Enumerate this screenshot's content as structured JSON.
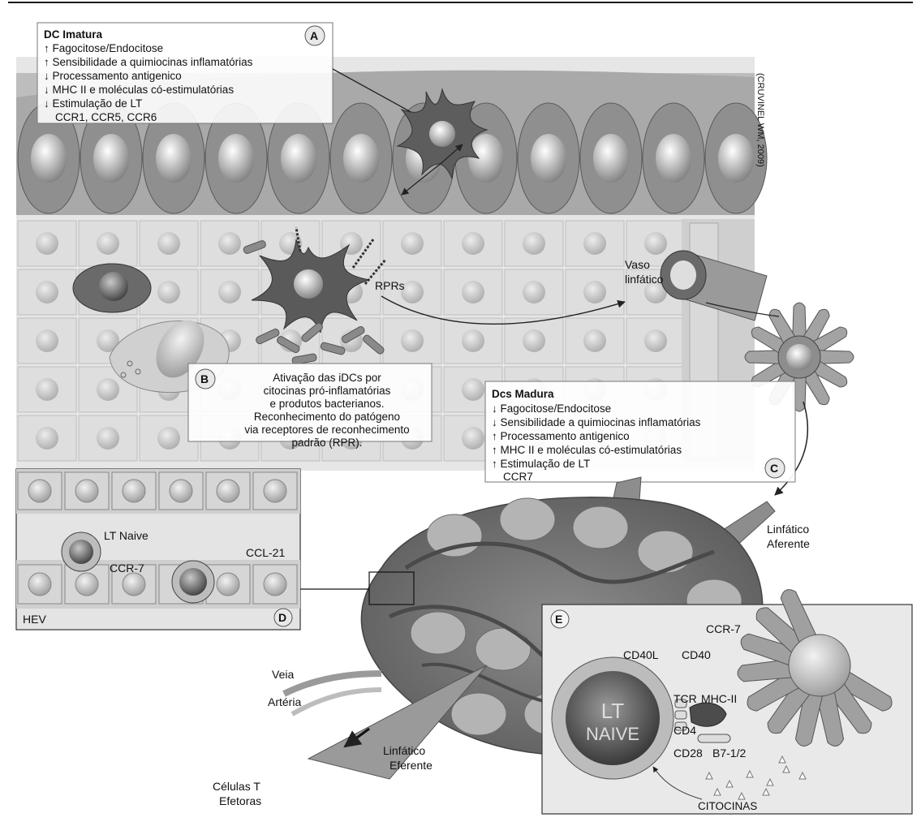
{
  "box_a": {
    "title": "DC Imatura",
    "letter": "A",
    "lines": [
      "↑ Fagocitose/Endocitose",
      "↑ Sensibilidade a quimiocinas inflamatórias",
      "↓ Processamento antigenico",
      "↓ MHC II e moléculas có-estimulatórias",
      "↓ Estimulação de LT",
      "CCR1, CCR5, CCR6"
    ]
  },
  "credit": "(CRUVINEL WM, 2009)",
  "rprs": "RPRs",
  "vaso": [
    "Vaso",
    "linfático"
  ],
  "box_b": {
    "letter": "B",
    "lines": [
      "Ativação das iDCs por",
      "citocinas pró-inflamatórias",
      "e produtos bacterianos.",
      "Reconhecimento do patógeno",
      "via receptores de reconhecimento",
      "padrão (RPR)."
    ]
  },
  "box_c": {
    "title": "Dcs Madura",
    "letter": "C",
    "lines": [
      "↓ Fagocitose/Endocitose",
      "↓ Sensibilidade a quimiocinas inflamatórias",
      "↑ Processamento antigenico",
      "↑ MHC II e moléculas có-estimulatórias",
      "↑ Estimulação de LT",
      "CCR7"
    ]
  },
  "box_d": {
    "letter": "D",
    "lt_naive": "LT Naive",
    "ccr7": "CCR-7",
    "ccl21": "CCL-21",
    "hev": "HEV"
  },
  "linfatico_aferente": [
    "Linfático",
    "Aferente"
  ],
  "veia": "Veia",
  "arteria": "Artéria",
  "linfatico_eferente": [
    "Linfático",
    "Eferente"
  ],
  "celulas_t": [
    "Células T",
    "Efetoras"
  ],
  "box_e": {
    "letter": "E",
    "ccr7": "CCR-7",
    "cd40l": "CD40L",
    "cd40": "CD40",
    "lt": "LT",
    "naive": "NAIVE",
    "tcr": "TCR",
    "mhc": "MHC-II",
    "cd4": "CD4",
    "cd28": "CD28",
    "b7": "B7-1/2",
    "citocinas": "CITOCINAS"
  },
  "colors": {
    "epithelium": "#8a8a8a",
    "tissue": "#dcdcdc",
    "node": "#6f6f6f",
    "dc_dark": "#5a5a5a",
    "dc_light": "#a8a8a8"
  }
}
